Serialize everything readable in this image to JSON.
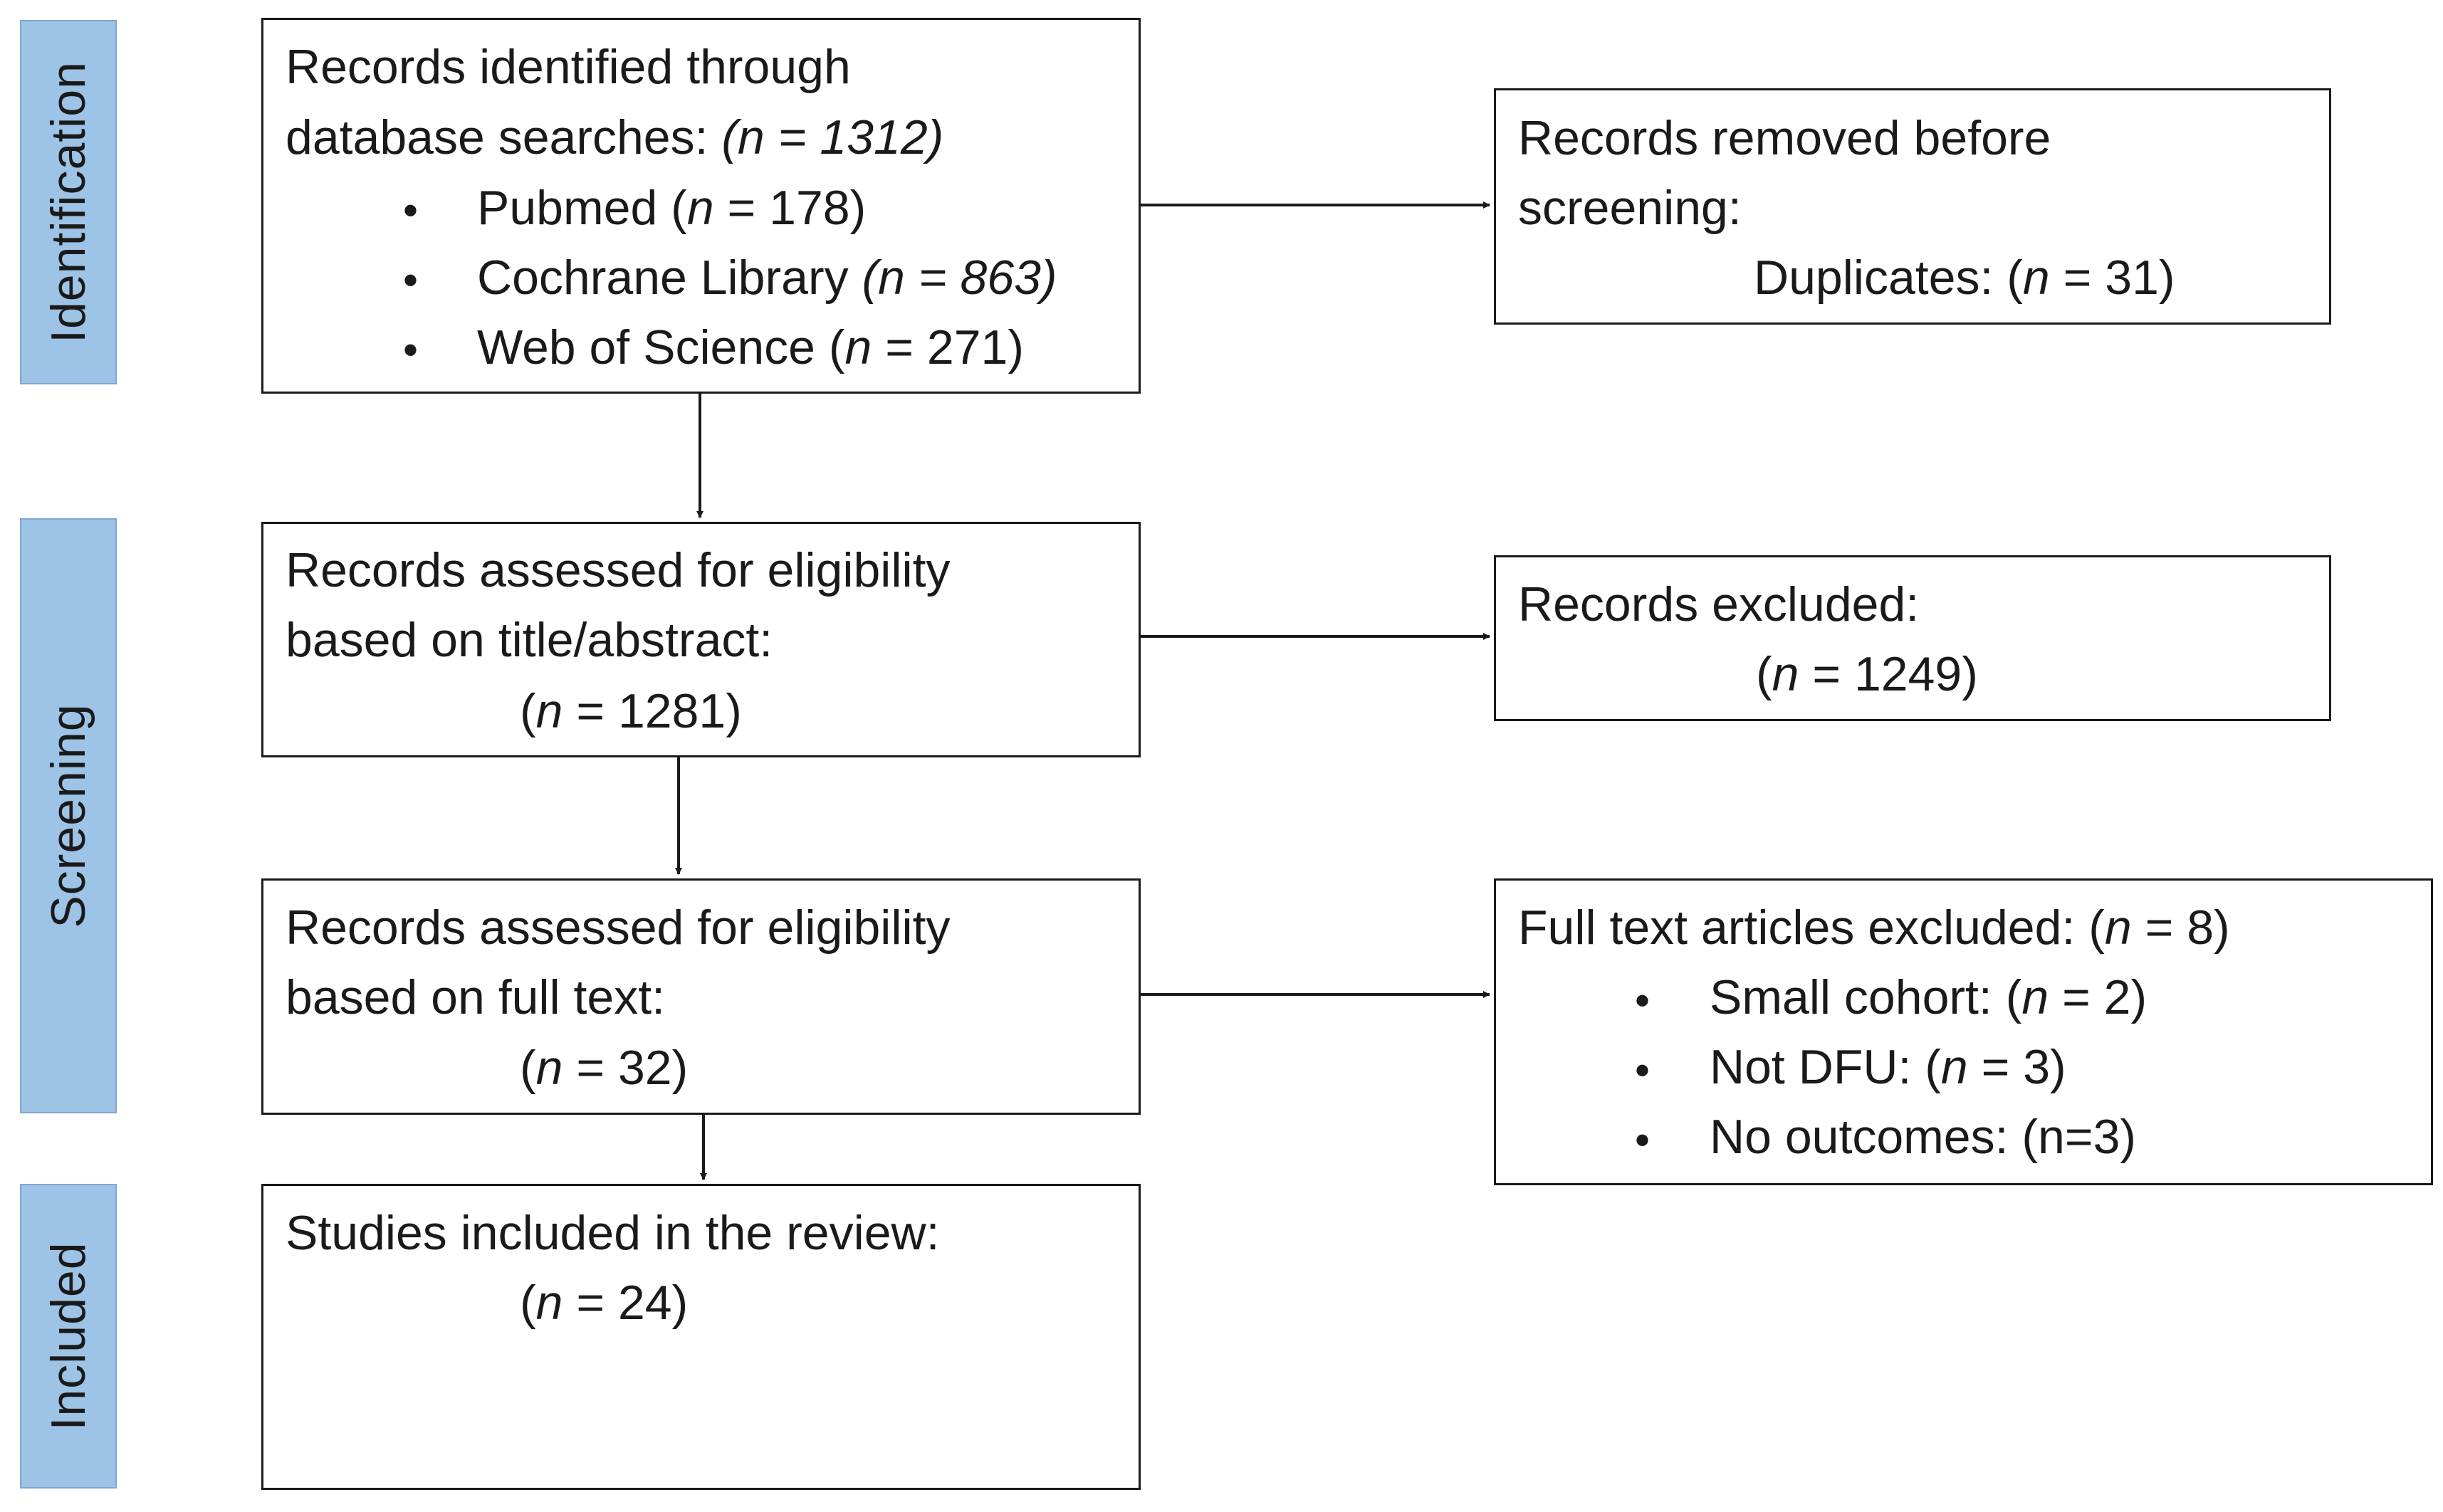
{
  "stages": {
    "identification": "Identification",
    "screening": "Screening",
    "included": "Included"
  },
  "identified": {
    "line1": "Records identified through",
    "line2_text": "database searches: ",
    "line2_n": "(n = 1312)",
    "items": [
      {
        "prefix": "Pubmed (",
        "n_var": "n",
        "suffix": " = 178)"
      },
      {
        "prefix": "Cochrane Library ",
        "n_var": "(n = 863)",
        "suffix": ""
      },
      {
        "prefix": "Web of Science (",
        "n_var": "n",
        "suffix": " = 271)"
      }
    ]
  },
  "removed": {
    "line1": "Records removed before",
    "line2": "screening:",
    "line3_prefix": "Duplicates: (",
    "line3_var": "n",
    "line3_suffix": " = 31)"
  },
  "assessed_title": {
    "line1": "Records assessed for eligibility",
    "line2": "based on title/abstract:",
    "n_open": "(",
    "n_var": "n",
    "n_close": " = 1281)"
  },
  "excluded": {
    "line1": "Records excluded:",
    "n_open": "(",
    "n_var": "n",
    "n_close": " = 1249)"
  },
  "assessed_full": {
    "line1": "Records assessed for eligibility",
    "line2": "based on full text:",
    "n_open": "(",
    "n_var": "n",
    "n_close": " = 32)"
  },
  "fulltext_excluded": {
    "line1_prefix": "Full text articles excluded: (",
    "line1_var": "n",
    "line1_suffix": " = 8)",
    "items": [
      {
        "prefix": "Small cohort: (",
        "n_var": "n",
        "suffix": " = 2)"
      },
      {
        "prefix": "Not DFU: (",
        "n_var": "n",
        "suffix": " = 3)"
      },
      {
        "prefix": "No outcomes: (n=3)",
        "n_var": "",
        "suffix": ""
      }
    ]
  },
  "included": {
    "line1": "Studies included in the review:",
    "n_open": "(",
    "n_var": "n",
    "n_close": " = 24)"
  },
  "bullet_glyph": "•"
}
